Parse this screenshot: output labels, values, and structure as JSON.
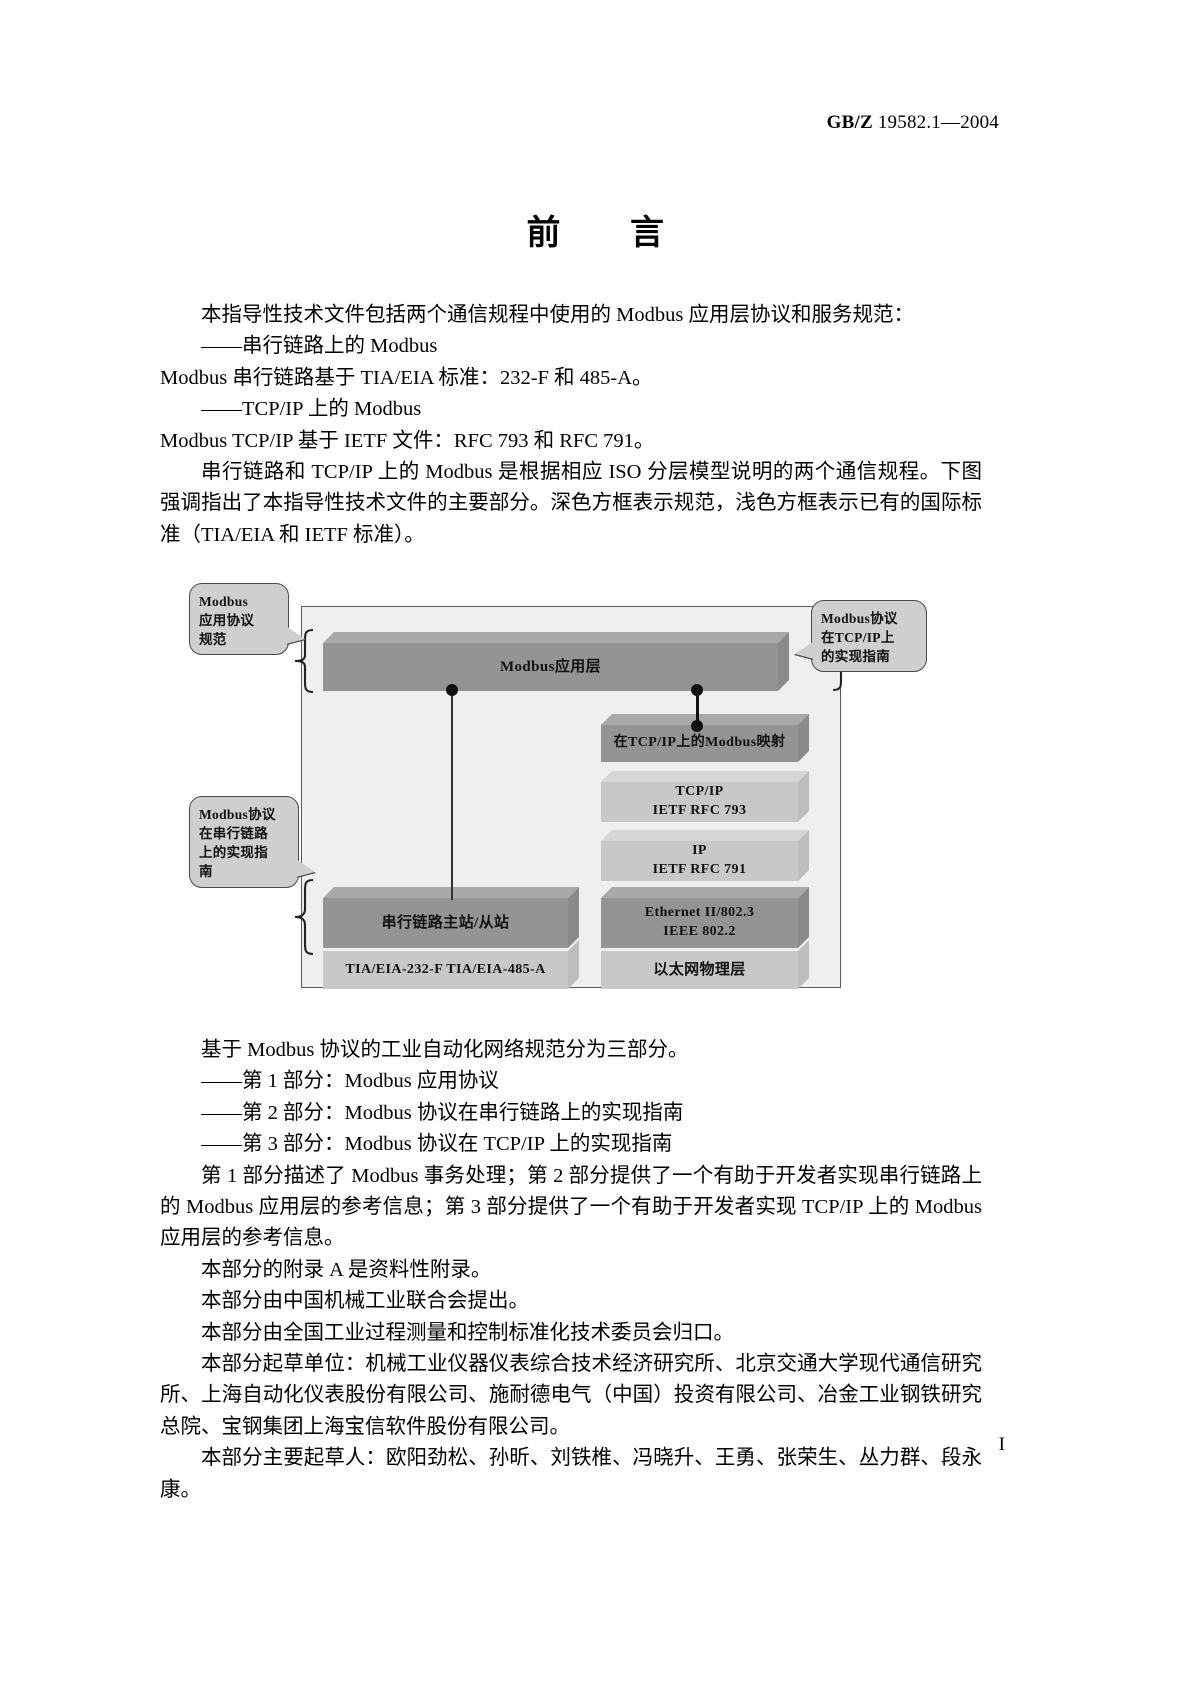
{
  "header": {
    "standard_prefix": "GB/Z",
    "standard_number": " 19582.1—2004"
  },
  "title": "前　　言",
  "page_number": "I",
  "foreword": {
    "lines": [
      "本指导性技术文件包括两个通信规程中使用的 Modbus 应用层协议和服务规范：",
      "——串行链路上的 Modbus",
      "Modbus 串行链路基于 TIA/EIA 标准：232-F 和 485-A。",
      "——TCP/IP 上的 Modbus",
      "Modbus TCP/IP 基于 IETF 文件：RFC 793 和 RFC 791。",
      "串行链路和 TCP/IP 上的 Modbus 是根据相应 ISO 分层模型说明的两个通信规程。下图强调指出了本指导性技术文件的主要部分。深色方框表示规范，浅色方框表示已有的国际标准（TIA/EIA 和 IETF 标准）。"
    ]
  },
  "diagram": {
    "callouts": [
      {
        "id": "modbus-app-protocol-spec",
        "text": "Modbus\n应用协议\n规范"
      },
      {
        "id": "modbus-tcpip-impl-guide",
        "text": "Modbus协议\n在TCP/IP上\n的实现指南"
      },
      {
        "id": "modbus-serial-impl-guide",
        "text": "Modbus协议\n在串行链路\n上的实现指\n南"
      }
    ],
    "boxes": {
      "app_layer": "Modbus应用层",
      "tcpip_mapping": "在TCP/IP上的Modbus映射",
      "tcp": "TCP/IP\nIETF RFC 793",
      "ip": "IP\nIETF RFC 791",
      "serial_master_slave": "串行链路主站/从站",
      "ethernet": "Ethernet  II/802.3\nIEEE 802.2",
      "tia_eia": "TIA/EIA-232-F  TIA/EIA-485-A",
      "eth_phys": "以太网物理层"
    }
  },
  "body_bottom": {
    "lines": [
      "基于 Modbus 协议的工业自动化网络规范分为三部分。",
      "——第 1 部分：Modbus 应用协议",
      "——第 2 部分：Modbus 协议在串行链路上的实现指南",
      "——第 3 部分：Modbus 协议在 TCP/IP 上的实现指南",
      "第 1 部分描述了 Modbus 事务处理；第 2 部分提供了一个有助于开发者实现串行链路上的 Modbus 应用层的参考信息；第 3 部分提供了一个有助于开发者实现 TCP/IP 上的 Modbus 应用层的参考信息。",
      "本部分的附录 A 是资料性附录。",
      "本部分由中国机械工业联合会提出。",
      "本部分由全国工业过程测量和控制标准化技术委员会归口。",
      "本部分起草单位：机械工业仪器仪表综合技术经济研究所、北京交通大学现代通信研究所、上海自动化仪表股份有限公司、施耐德电气（中国）投资有限公司、冶金工业钢铁研究总院、宝钢集团上海宝信软件股份有限公司。",
      "本部分主要起草人：欧阳劲松、孙昕、刘铁椎、冯晓升、王勇、张荣生、丛力群、段永康。"
    ]
  }
}
